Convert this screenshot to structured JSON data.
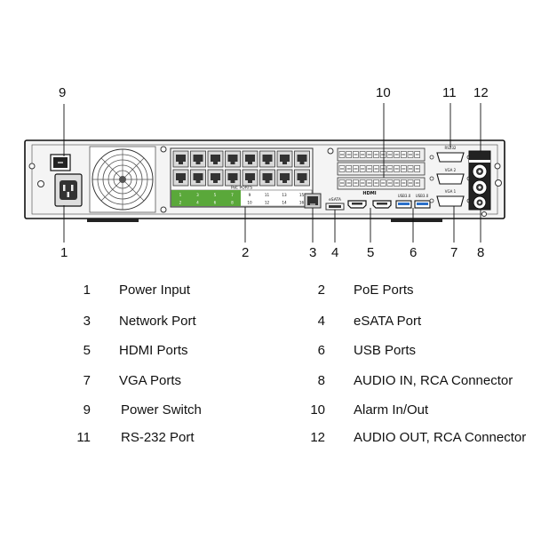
{
  "callouts": {
    "c1": "1",
    "c2": "2",
    "c3": "3",
    "c4": "4",
    "c5": "5",
    "c6": "6",
    "c7": "7",
    "c8": "8",
    "c9": "9",
    "c10": "10",
    "c11": "11",
    "c12": "12"
  },
  "panel_labels": {
    "poe_ports": "PoE PORTS",
    "port_top": [
      "1",
      "3",
      "5",
      "7",
      "9",
      "11",
      "13",
      "15"
    ],
    "port_bottom": [
      "2",
      "4",
      "6",
      "8",
      "10",
      "12",
      "14",
      "16"
    ],
    "esata": "eSATA",
    "hdmi": "HDMI",
    "usb1": "USB3.0",
    "usb2": "USB3.0",
    "rs232": "RS232",
    "vga2": "VGA 2",
    "vga1": "VGA 1"
  },
  "legend": [
    {
      "num": "1",
      "label": "Power Input"
    },
    {
      "num": "2",
      "label": "PoE Ports"
    },
    {
      "num": "3",
      "label": "Network Port"
    },
    {
      "num": "4",
      "label": "eSATA Port"
    },
    {
      "num": "5",
      "label": "HDMI Ports"
    },
    {
      "num": "6",
      "label": "USB Ports"
    },
    {
      "num": "7",
      "label": "VGA Ports"
    },
    {
      "num": "8",
      "label": "AUDIO IN, RCA Connector"
    },
    {
      "num": "9",
      "label": "Power Switch"
    },
    {
      "num": "10",
      "label": "Alarm In/Out"
    },
    {
      "num": "11",
      "label": "RS-232 Port"
    },
    {
      "num": "12",
      "label": "AUDIO OUT, RCA Connector"
    }
  ]
}
